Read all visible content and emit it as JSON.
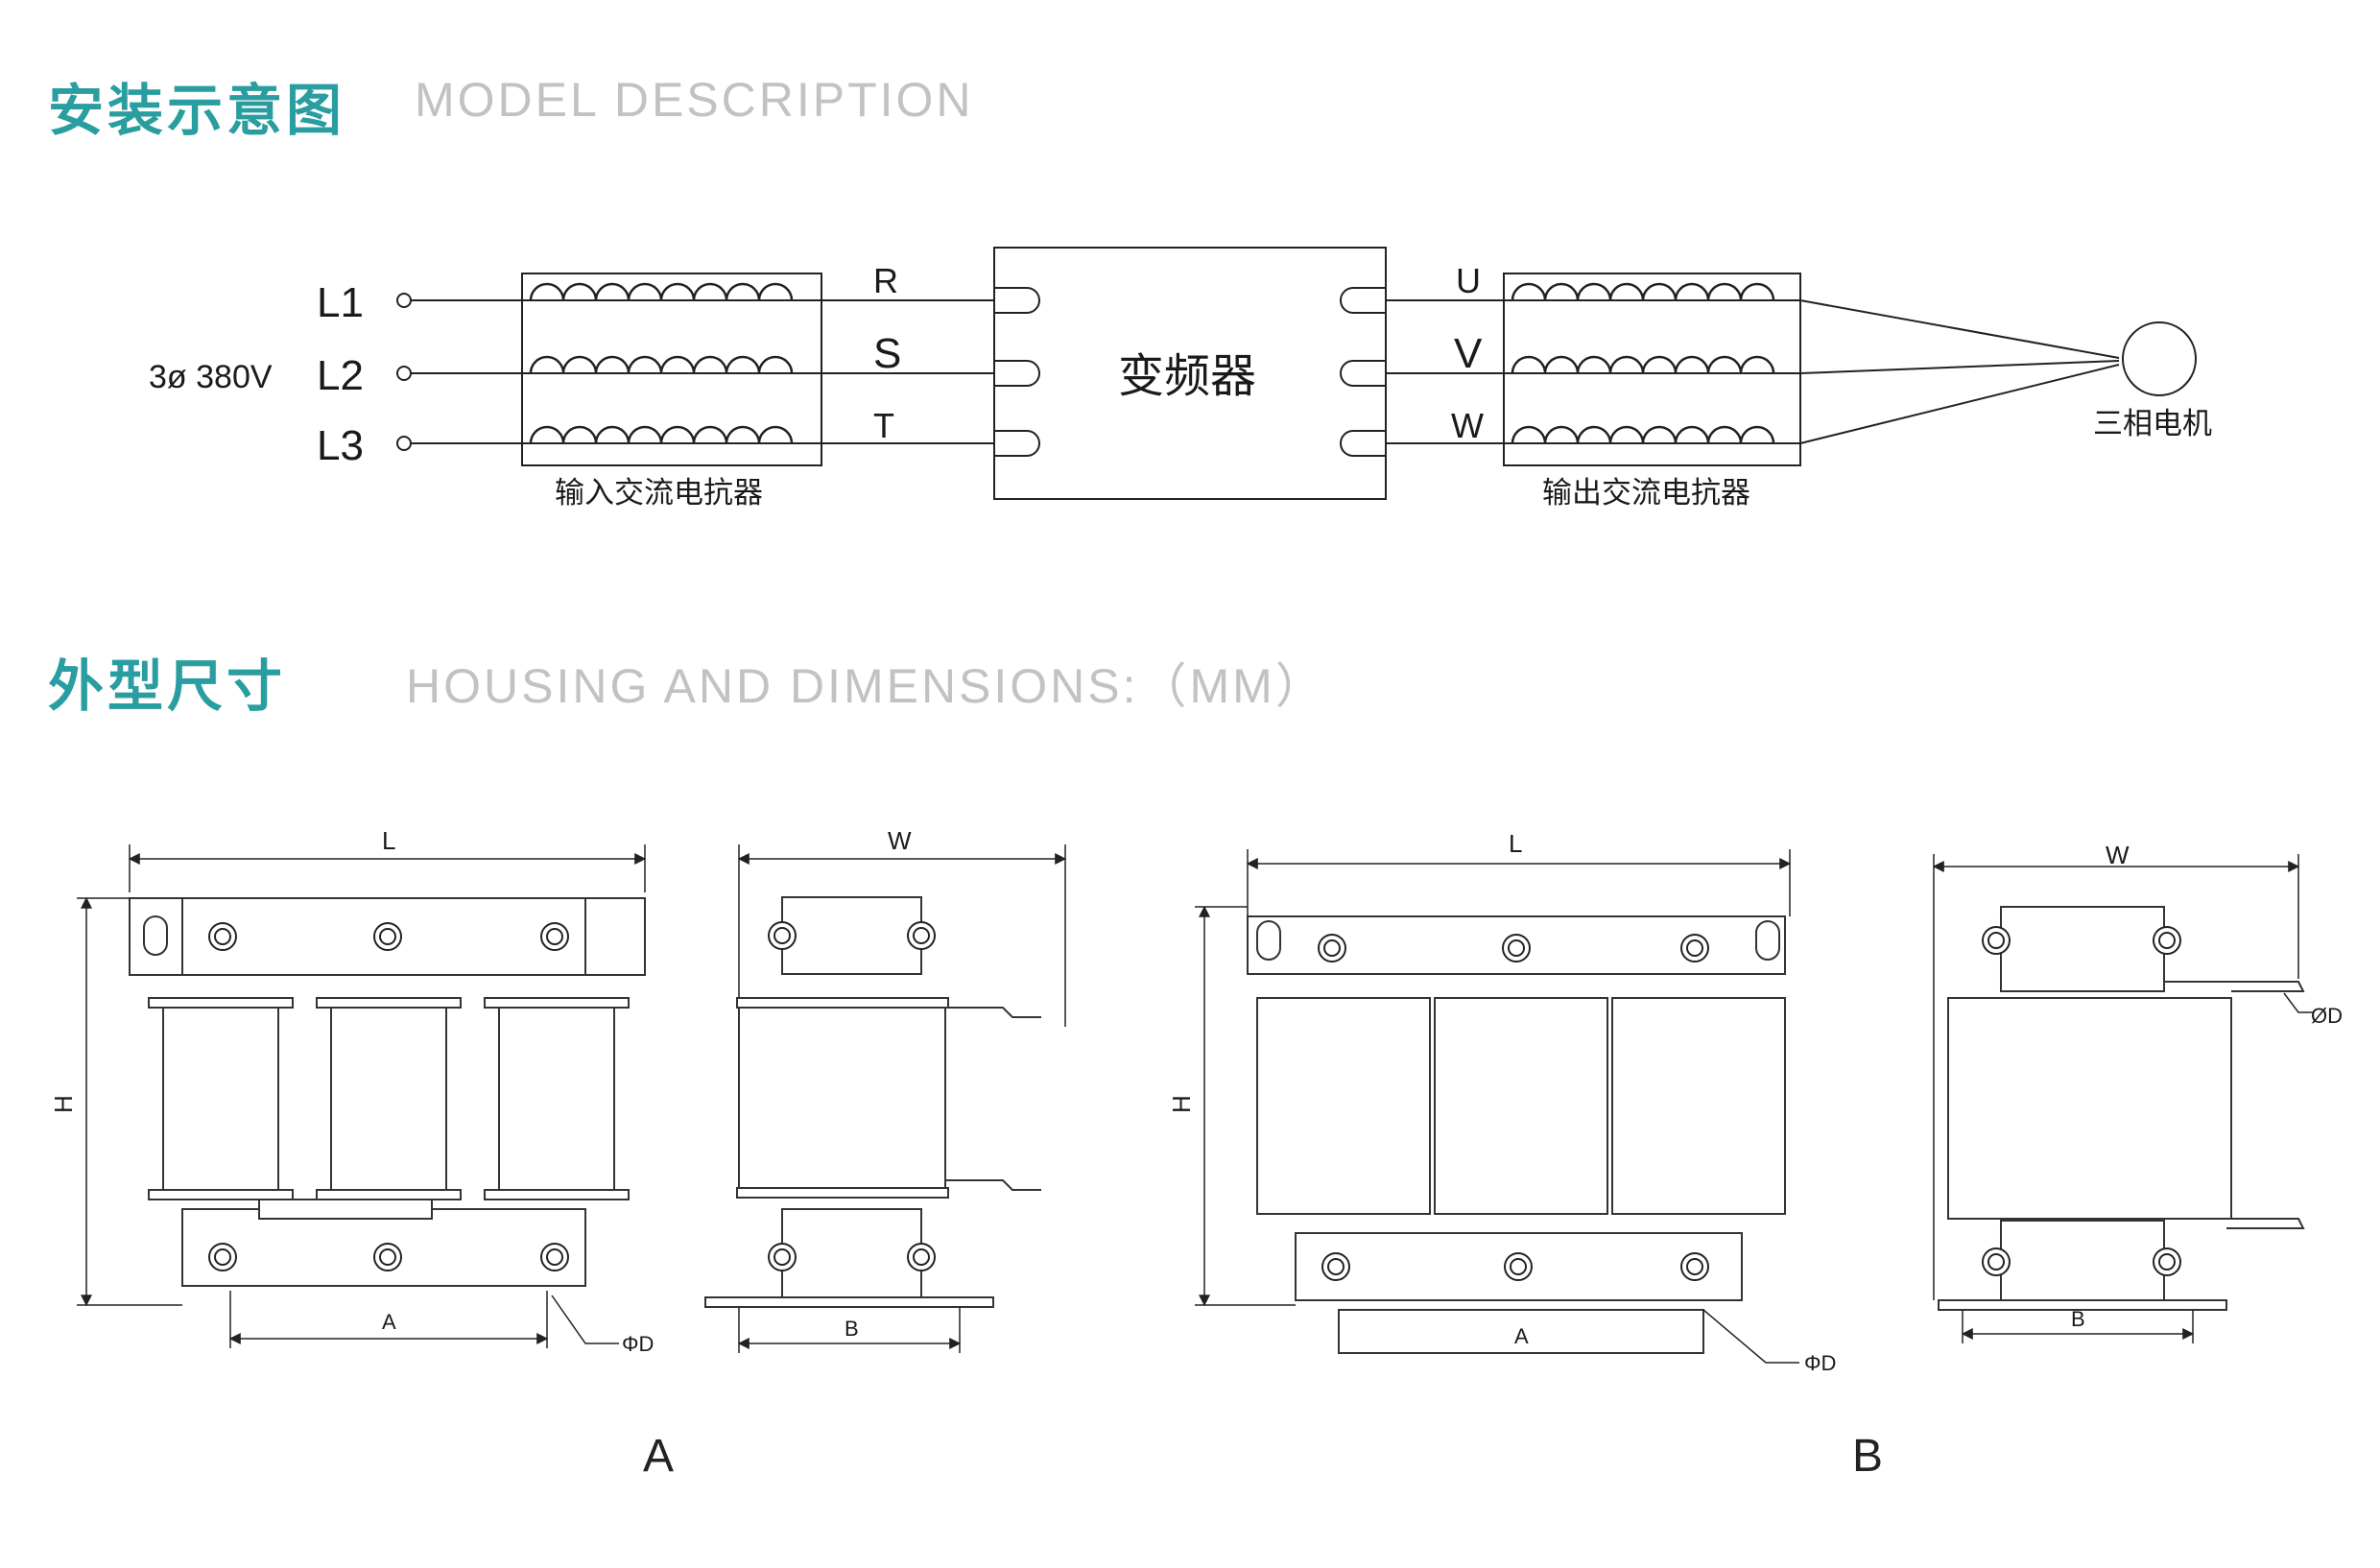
{
  "sections": {
    "install": {
      "cn": "安装示意图",
      "en": "MODEL  DESCRIPTION"
    },
    "housing": {
      "cn": "外型尺寸",
      "en": "HOUSING AND DIMENSIONS:（MM）"
    }
  },
  "wiring": {
    "supply": "3ø  380V",
    "lines": [
      "L1",
      "L2",
      "L3"
    ],
    "inputs": [
      "R",
      "S",
      "T"
    ],
    "outputs": [
      "U",
      "V",
      "W"
    ],
    "input_reactor": "输入交流电抗器",
    "inverter": "变频器",
    "output_reactor": "输出交流电抗器",
    "motor": "三相电机"
  },
  "dims": {
    "L": "L",
    "W": "W",
    "H": "H",
    "A": "A",
    "B": "B",
    "D": "ΦD",
    "D_alt": "ØD"
  },
  "figures": {
    "a": "A",
    "b": "B"
  }
}
